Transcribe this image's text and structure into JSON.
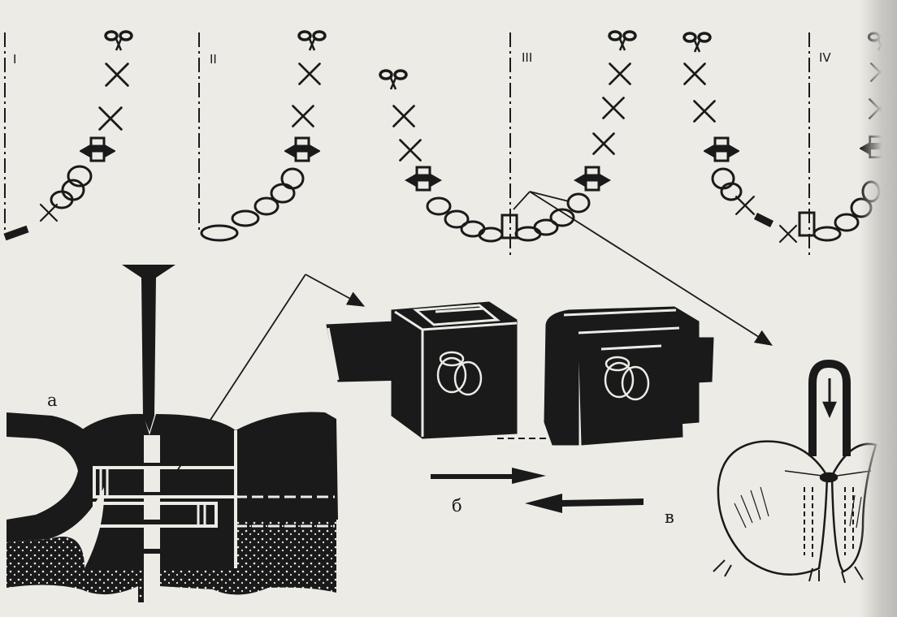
{
  "stage_labels": [
    "I",
    "II",
    "III",
    "IV"
  ],
  "panel_labels": {
    "a": "а",
    "b": "б",
    "v": "в"
  },
  "colors": {
    "ink": "#1a1a1a",
    "paper": "#ecebe6",
    "dots": "#ecebe6"
  }
}
